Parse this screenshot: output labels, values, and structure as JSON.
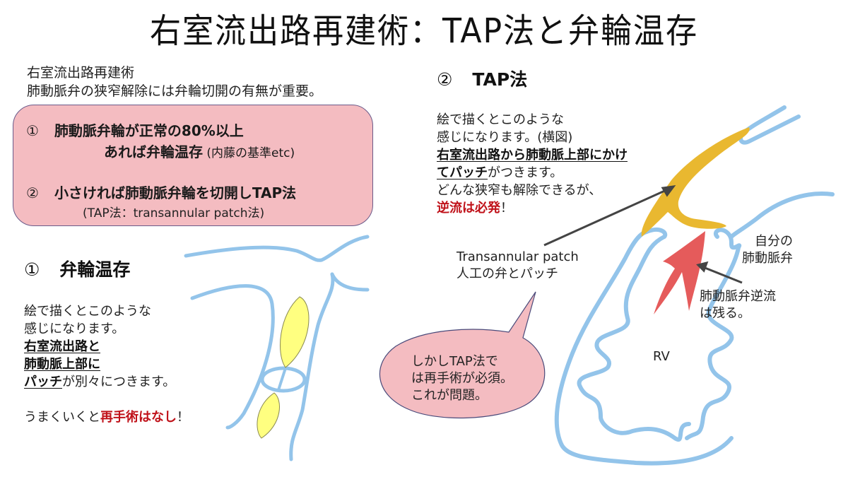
{
  "slide": {
    "title": "右室流出路再建術：TAP法と弁輪温存",
    "intro": {
      "line1": "右室流出路再建術",
      "line2": "肺動脈弁の狭窄解除には弁輪切開の有無が重要。"
    },
    "criteria_box": {
      "item1": {
        "num": "①",
        "line1": "肺動脈弁輪が正常の80%以上",
        "line2_bold": "あれば弁輪温存",
        "line2_note": " (内藤の基準etc)"
      },
      "item2": {
        "num": "②",
        "line1": "小さければ肺動脈弁輪を切開しTAP法",
        "line2": "(TAP法：transannular patch法)"
      },
      "fill_color": "#f4bcc1",
      "border_color": "#6a5a8a"
    },
    "section1": {
      "num": "①",
      "heading": "弁輪温存",
      "line1": "絵で描くとこのような",
      "line2": "感じになります。",
      "line3_u": "右室流出路と",
      "line4_u": "肺動脈上部に",
      "line5_u": "パッチ",
      "line5_rest": "が別々につきます。",
      "line6_pre": "うまくいくと",
      "line6_red": "再手術はなし",
      "line6_post": "！"
    },
    "section2": {
      "num": "②",
      "heading": "TAP法",
      "line1": "絵で描くとこのような",
      "line2": "感じになります。(横図)",
      "line3_u": "右室流出路から肺動脈上部にかけ",
      "line4_u": "てパッチ",
      "line4_rest": "がつきます。",
      "line5": "どんな狭窄も解除できるが、",
      "line6_red": "逆流は必発",
      "line6_post": "！"
    },
    "diagram_labels": {
      "patch_label_line1": "Transannular patch",
      "patch_label_line2": "人工の弁とパッチ",
      "own_valve_line1": "自分の",
      "own_valve_line2": "肺動脈弁",
      "regurg_line1": "肺動脈弁逆流",
      "regurg_line2": "は残る。",
      "rv": "RV"
    },
    "speech_bubble": {
      "line1": "しかしTAP法で",
      "line2": "は再手術が必須。",
      "line3": "これが問題。"
    },
    "colors": {
      "vessel_blue": "#93c4ea",
      "patch_yellow": "#ffff80",
      "tap_patch_gold": "#e9b830",
      "regurg_red": "#e55b5b",
      "emphasis_red": "#c0121a",
      "arrow_gray": "#444444"
    }
  }
}
